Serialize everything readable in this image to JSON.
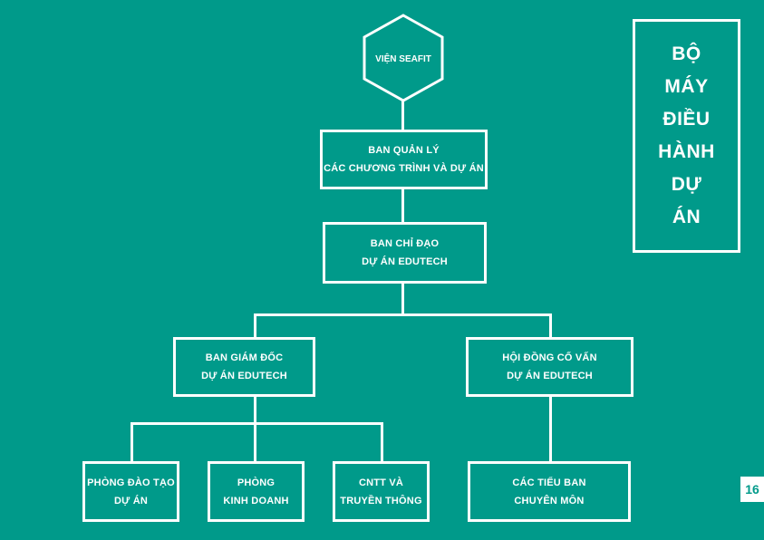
{
  "root": {
    "label": "VIỆN SEAFIT"
  },
  "nodes": {
    "management": {
      "line1": "BAN QUẢN LÝ",
      "line2": "CÁC CHƯƠNG TRÌNH VÀ DỰ ÁN"
    },
    "steering": {
      "line1": "BAN CHỈ ĐẠO",
      "line2": "DỰ ÁN EDUTECH"
    },
    "directors": {
      "line1": "BAN GIÁM ĐỐC",
      "line2": "DỰ ÁN EDUTECH"
    },
    "advisory": {
      "line1": "HỘI ĐỒNG CỐ VẤN",
      "line2": "DỰ ÁN EDUTECH"
    },
    "training": {
      "line1": "PHÒNG ĐÀO TẠO",
      "line2": "DỰ ÁN"
    },
    "business": {
      "line1": "PHÒNG",
      "line2": "KINH DOANH"
    },
    "it_comms": {
      "line1": "CNTT VÀ",
      "line2": "TRUYỀN THÔNG"
    },
    "subcommittees": {
      "line1": "CÁC TIỂU BAN",
      "line2": "CHUYÊN MÔN"
    }
  },
  "title": {
    "lines": [
      "BỘ",
      "MÁY",
      "ĐIỀU",
      "HÀNH",
      "DỰ",
      "ÁN"
    ]
  },
  "page_number": "16"
}
